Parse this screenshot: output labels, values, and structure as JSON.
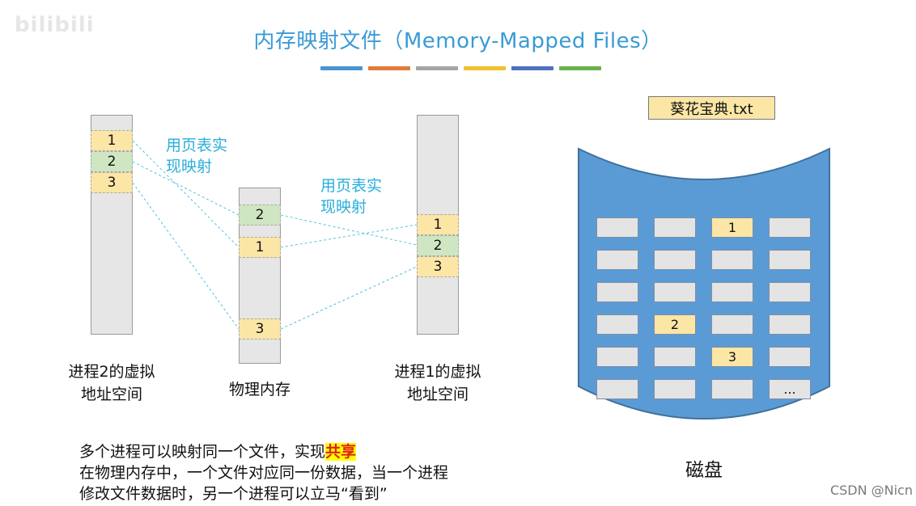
{
  "title": "内存映射文件（Memory-Mapped Files）",
  "title_bar_colors": [
    "#4a95cf",
    "#e07b39",
    "#a5a5a5",
    "#f2c12e",
    "#4f6fbf",
    "#6ab04c"
  ],
  "logo": "bilibili",
  "process2": {
    "cells": [
      "1",
      "2",
      "3"
    ],
    "caption_line1": "进程2的虚拟",
    "caption_line2": "地址空间"
  },
  "physical_memory": {
    "cells": [
      "2",
      "1",
      "3"
    ],
    "caption": "物理内存"
  },
  "process1": {
    "cells": [
      "1",
      "2",
      "3"
    ],
    "caption_line1": "进程1的虚拟",
    "caption_line2": "地址空间"
  },
  "page_table_note_left": {
    "line1": "用页表实",
    "line2": "现映射"
  },
  "page_table_note_right": {
    "line1": "用页表实",
    "line2": "现映射"
  },
  "disk": {
    "filename": "葵花宝典.txt",
    "label": "磁盘",
    "blocks": [
      [
        "",
        "",
        "1",
        ""
      ],
      [
        "",
        "",
        "",
        ""
      ],
      [
        "",
        "",
        "",
        ""
      ],
      [
        "",
        "2",
        "",
        ""
      ],
      [
        "",
        "",
        "3",
        ""
      ],
      [
        "",
        "",
        "",
        "..."
      ]
    ],
    "fill_color": "#5b9bd5",
    "outline_color": "#41719c"
  },
  "notes": {
    "line1_prefix": "多个进程可以映射同一个文件，实现",
    "line1_highlight": "共享",
    "line2": "在物理内存中，一个文件对应同一份数据，当一个进程",
    "line3": "修改文件数据时，另一个进程可以立马“看到”"
  },
  "watermark": "CSDN @Nicn"
}
